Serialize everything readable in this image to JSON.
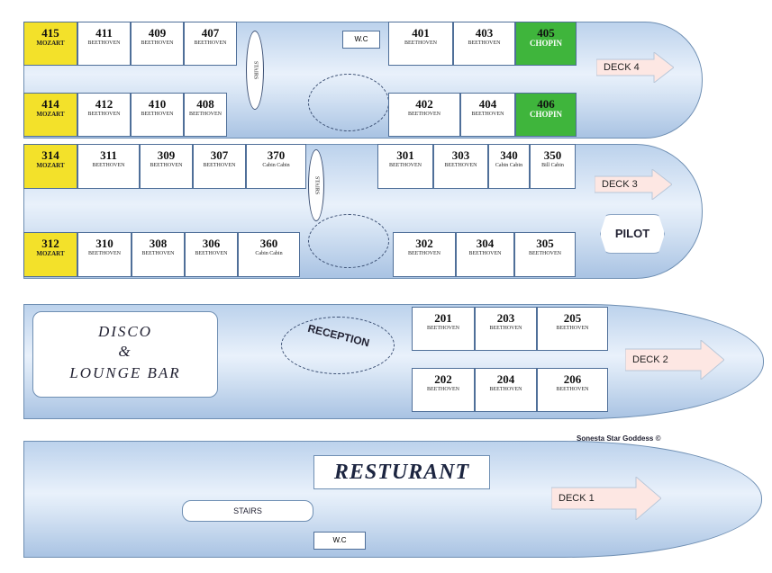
{
  "deck4": {
    "arrow_label": "DECK 4",
    "wc": "W.C",
    "stairs": "STAIRS",
    "top_cabins": [
      {
        "num": "415",
        "sub": "MOZART",
        "color": "yellow"
      },
      {
        "num": "411",
        "sub": "BEETHOVEN",
        "color": "white"
      },
      {
        "num": "409",
        "sub": "BEETHOVEN",
        "color": "white"
      },
      {
        "num": "407",
        "sub": "BEETHOVEN",
        "color": "white"
      },
      {
        "num": "401",
        "sub": "BEETHOVEN",
        "color": "white"
      },
      {
        "num": "403",
        "sub": "BEETHOVEN",
        "color": "white"
      },
      {
        "num": "405",
        "sub": "CHOPIN",
        "color": "green"
      }
    ],
    "bottom_cabins": [
      {
        "num": "414",
        "sub": "MOZART",
        "color": "yellow"
      },
      {
        "num": "412",
        "sub": "BEETHOVEN",
        "color": "white"
      },
      {
        "num": "410",
        "sub": "BEETHOVEN",
        "color": "white"
      },
      {
        "num": "408",
        "sub": "BEETHOVEN",
        "color": "white"
      },
      {
        "num": "402",
        "sub": "BEETHOVEN",
        "color": "white"
      },
      {
        "num": "404",
        "sub": "BEETHOVEN",
        "color": "white"
      },
      {
        "num": "406",
        "sub": "CHOPIN",
        "color": "green"
      }
    ]
  },
  "deck3": {
    "arrow_label": "DECK 3",
    "pilot": "PILOT",
    "stairs": "STAIRS",
    "top_cabins": [
      {
        "num": "314",
        "sub": "MOZART",
        "color": "yellow"
      },
      {
        "num": "311",
        "sub": "BEETHOVEN",
        "color": "white"
      },
      {
        "num": "309",
        "sub": "BEETHOVEN",
        "color": "white"
      },
      {
        "num": "307",
        "sub": "BEETHOVEN",
        "color": "white"
      },
      {
        "num": "370",
        "sub": "Cabin Cabin",
        "color": "white"
      },
      {
        "num": "301",
        "sub": "BEETHOVEN",
        "color": "white"
      },
      {
        "num": "303",
        "sub": "BEETHOVEN",
        "color": "white"
      },
      {
        "num": "340",
        "sub": "Cabin Cabin",
        "color": "white"
      },
      {
        "num": "350",
        "sub": "Bill Cabin",
        "color": "white"
      }
    ],
    "bottom_cabins": [
      {
        "num": "312",
        "sub": "MOZART",
        "color": "yellow"
      },
      {
        "num": "310",
        "sub": "BEETHOVEN",
        "color": "white"
      },
      {
        "num": "308",
        "sub": "BEETHOVEN",
        "color": "white"
      },
      {
        "num": "306",
        "sub": "BEETHOVEN",
        "color": "white"
      },
      {
        "num": "360",
        "sub": "Cabin Cabin",
        "color": "white"
      },
      {
        "num": "302",
        "sub": "BEETHOVEN",
        "color": "white"
      },
      {
        "num": "304",
        "sub": "BEETHOVEN",
        "color": "white"
      },
      {
        "num": "305",
        "sub": "BEETHOVEN",
        "color": "white"
      }
    ]
  },
  "deck2": {
    "arrow_label": "DECK 2",
    "disco_line1": "DISCO",
    "disco_line2": "&",
    "disco_line3": "LOUNGE BAR",
    "reception": "RECEPTION",
    "top_cabins": [
      {
        "num": "201",
        "sub": "BEETHOVEN",
        "color": "white"
      },
      {
        "num": "203",
        "sub": "BEETHOVEN",
        "color": "white"
      },
      {
        "num": "205",
        "sub": "BEETHOVEN",
        "color": "white"
      }
    ],
    "bottom_cabins": [
      {
        "num": "202",
        "sub": "BEETHOVEN",
        "color": "white"
      },
      {
        "num": "204",
        "sub": "BEETHOVEN",
        "color": "white"
      },
      {
        "num": "206",
        "sub": "BEETHOVEN",
        "color": "white"
      }
    ]
  },
  "deck1": {
    "arrow_label": "DECK 1",
    "restaurant": "RESTURANT",
    "stairs": "STAIRS",
    "wc": "W.C",
    "copyright": "Sonesta Star Goddess ©"
  }
}
